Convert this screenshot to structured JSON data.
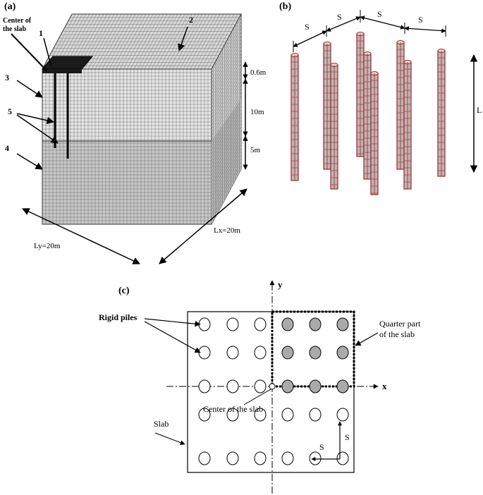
{
  "panel_a": {
    "label": "(a)",
    "center_label_line1": "Center of",
    "center_label_line2": "the slab",
    "marker_1": "1",
    "marker_2": "2",
    "marker_3": "3",
    "marker_4": "4",
    "marker_5": "5",
    "dim_slab": "0.6m",
    "dim_layer1": "10m",
    "dim_layer2": "5m",
    "dim_ly": "Ly=20m",
    "dim_lx": "Lx=20m"
  },
  "panel_b": {
    "label": "(b)",
    "spacing": "S",
    "length": "L"
  },
  "panel_c": {
    "label": "(c)",
    "axis_y": "y",
    "axis_x": "x",
    "rigid_piles": "Rigid piles",
    "quarter_line1": "Quarter part",
    "quarter_line2": "of the slab",
    "center_slab": "Center of the slab",
    "slab": "Slab",
    "spacing": "S"
  },
  "colors": {
    "mesh": "#555555",
    "slab_fill": "#1a1a1a",
    "pile_edge": "#b02020",
    "pile_fill": "#b8b8b8",
    "quarter_fill": "#aaaaaa"
  }
}
